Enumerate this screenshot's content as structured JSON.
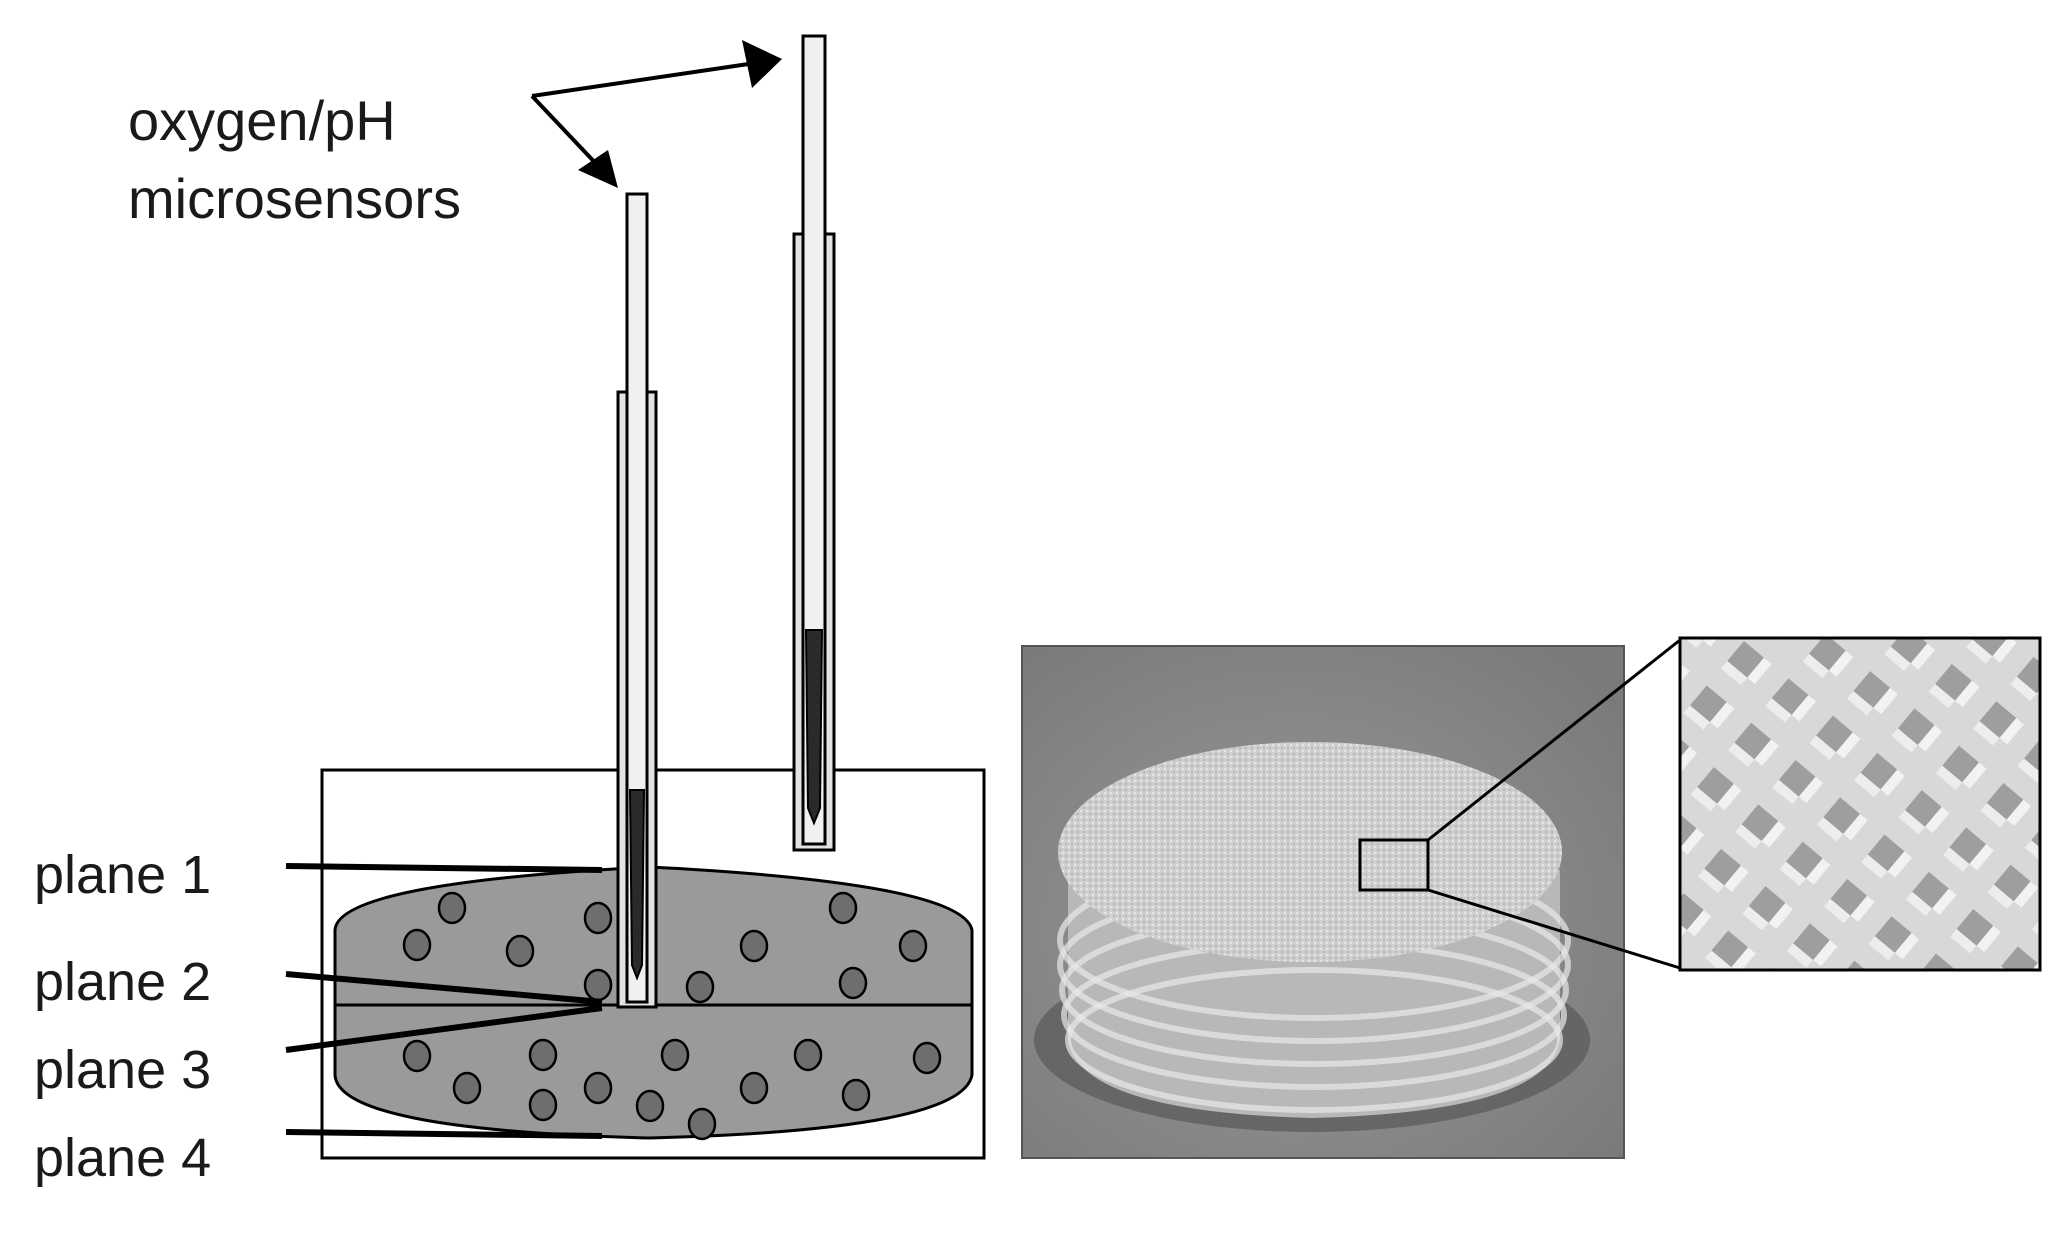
{
  "labels": {
    "sensor_label_line1": "oxygen/pH",
    "sensor_label_line2": "microsensors",
    "plane_1": "plane 1",
    "plane_2": "plane 2",
    "plane_3": "plane 3",
    "plane_4": "plane 4"
  },
  "colors": {
    "ink": "#000000",
    "tissue_fill": "#9a9a9a",
    "cell_fill": "#6e6e6e",
    "sensor_tube": "#e2e2e2",
    "sensor_tip": "#2a2a2a",
    "photo_bg": "#8c8c8c",
    "scaffold": "#c8c8c8"
  }
}
